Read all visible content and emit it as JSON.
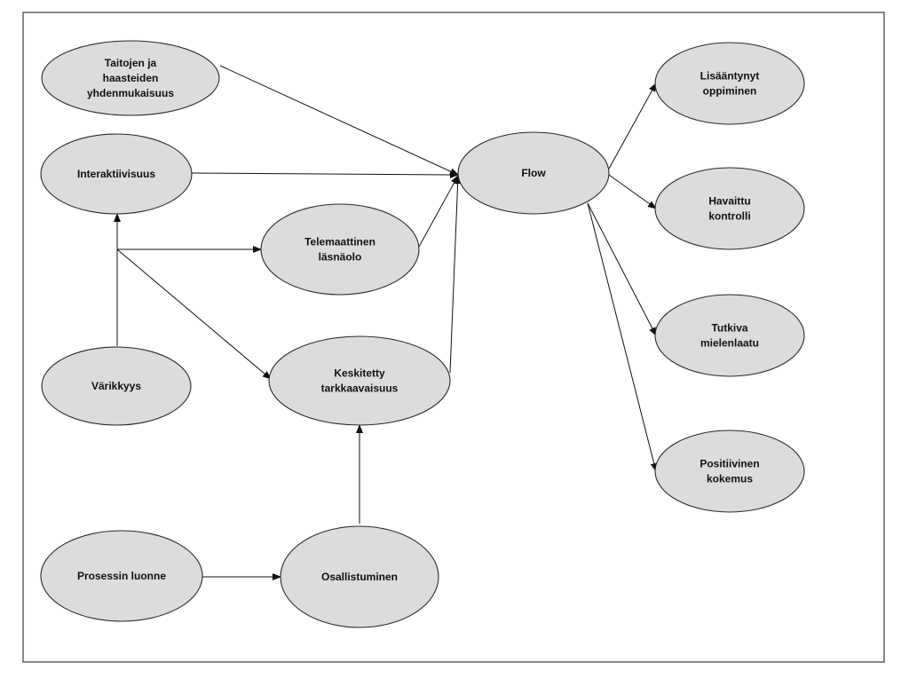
{
  "diagram": {
    "nodes": [
      {
        "id": "taitojen",
        "lines": [
          "Taitojen ja",
          "haasteiden",
          "yhdenmukaisuus"
        ]
      },
      {
        "id": "interaktiivisuus",
        "lines": [
          "Interaktiivisuus"
        ]
      },
      {
        "id": "telemaattinen",
        "lines": [
          "Telemaattinen",
          "läsnäolo"
        ]
      },
      {
        "id": "varikkyys",
        "lines": [
          "Värikkyys"
        ]
      },
      {
        "id": "keskitetty",
        "lines": [
          "Keskitetty",
          "tarkkaavaisuus"
        ]
      },
      {
        "id": "prosessin",
        "lines": [
          "Prosessin luonne"
        ]
      },
      {
        "id": "osallistuminen",
        "lines": [
          "Osallistuminen"
        ]
      },
      {
        "id": "flow",
        "lines": [
          "Flow"
        ]
      },
      {
        "id": "lisaantynyt",
        "lines": [
          "Lisääntynyt",
          "oppiminen"
        ]
      },
      {
        "id": "havaittu",
        "lines": [
          "Havaittu",
          "kontrolli"
        ]
      },
      {
        "id": "tutkiva",
        "lines": [
          "Tutkiva",
          "mielenlaatu"
        ]
      },
      {
        "id": "positiivinen",
        "lines": [
          "Positiivinen",
          "kokemus"
        ]
      }
    ],
    "edges": [
      {
        "from": "taitojen",
        "to": "flow"
      },
      {
        "from": "interaktiivisuus",
        "to": "flow"
      },
      {
        "from": "telemaattinen",
        "to": "flow"
      },
      {
        "from": "keskitetty",
        "to": "flow"
      },
      {
        "from": "varikkyys",
        "to": "interaktiivisuus"
      },
      {
        "from": "varikkyys",
        "to": "telemaattinen"
      },
      {
        "from": "varikkyys",
        "to": "keskitetty"
      },
      {
        "from": "prosessin",
        "to": "osallistuminen"
      },
      {
        "from": "osallistuminen",
        "to": "keskitetty"
      },
      {
        "from": "flow",
        "to": "lisaantynyt"
      },
      {
        "from": "flow",
        "to": "havaittu"
      },
      {
        "from": "flow",
        "to": "tutkiva"
      },
      {
        "from": "flow",
        "to": "positiivinen"
      }
    ],
    "colors": {
      "node_fill": "#dcdcdc",
      "node_stroke": "#2a2a2a",
      "edge": "#111111",
      "frame": "#3a3a3a"
    }
  }
}
